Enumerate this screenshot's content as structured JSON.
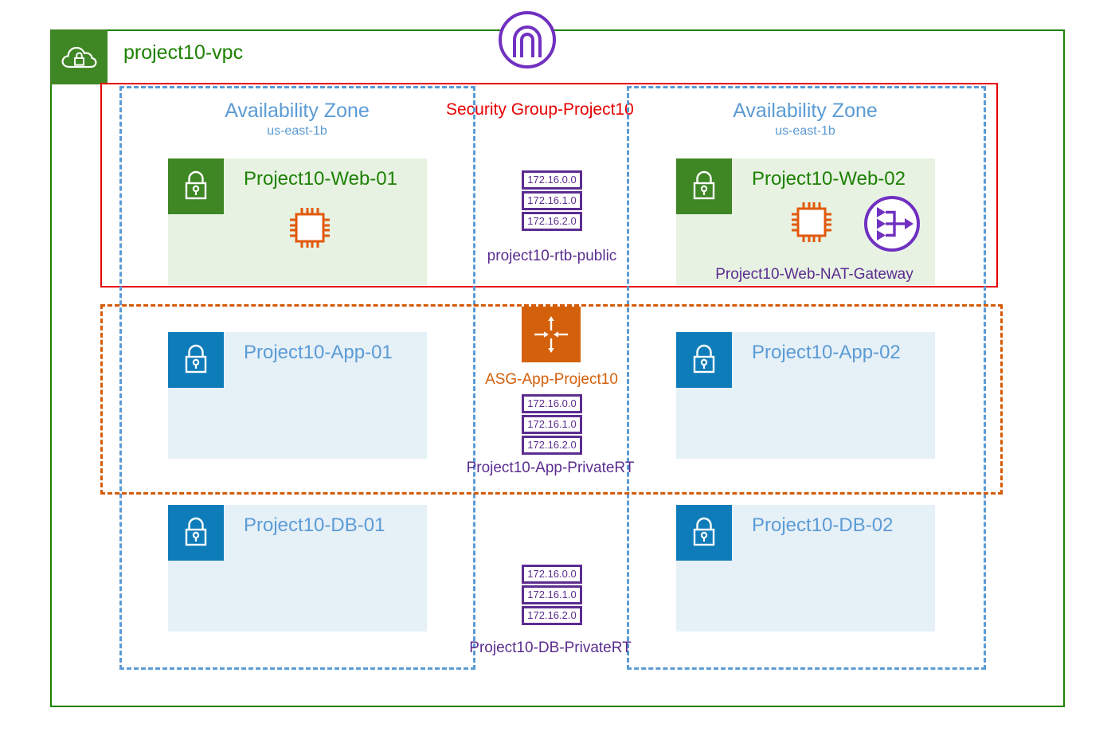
{
  "diagram": {
    "title": "AWS VPC three-tier architecture",
    "colors": {
      "vpc_green": "#1d8102",
      "subnet_public_green": "#3f8624",
      "subnet_private_blue": "#0f7cba",
      "az_blue": "#5b9bd5",
      "security_group_red": "#e60000",
      "asg_orange": "#d4600b",
      "route_purple": "#5b2d90"
    }
  },
  "vpc": {
    "name": "project10-vpc",
    "icon": "vpc-cloud-lock-icon"
  },
  "internet_gateway": {
    "icon": "internet-gateway-icon"
  },
  "security_group": {
    "label": "Security Group-Project10"
  },
  "availability_zones": [
    {
      "name": "Availability Zone",
      "region": "us-east-1b"
    },
    {
      "name": "Availability Zone",
      "region": "us-east-1b"
    }
  ],
  "subnets": {
    "web_01": {
      "label": "Project10-Web-01",
      "type": "public",
      "icon": "subnet-lock-icon"
    },
    "web_02": {
      "label": "Project10-Web-02",
      "type": "public",
      "icon": "subnet-lock-icon"
    },
    "app_01": {
      "label": "Project10-App-01",
      "type": "private",
      "icon": "subnet-lock-icon"
    },
    "app_02": {
      "label": "Project10-App-02",
      "type": "private",
      "icon": "subnet-lock-icon"
    },
    "db_01": {
      "label": "Project10-DB-01",
      "type": "private",
      "icon": "subnet-lock-icon"
    },
    "db_02": {
      "label": "Project10-DB-02",
      "type": "private",
      "icon": "subnet-lock-icon"
    }
  },
  "instances": {
    "web_01_icon": "ec2-instance-icon",
    "web_02_icon": "ec2-instance-icon"
  },
  "nat_gateway": {
    "label": "Project10-Web-NAT-Gateway",
    "icon": "nat-gateway-icon"
  },
  "auto_scaling_group": {
    "label": "ASG-App-Project10",
    "icon": "auto-scaling-group-icon"
  },
  "route_tables": [
    {
      "id": "public",
      "label": "project10-rtb-public",
      "routes": [
        "172.16.0.0",
        "172.16.1.0",
        "172.16.2.0"
      ]
    },
    {
      "id": "app_private",
      "label": "Project10-App-PrivateRT",
      "routes": [
        "172.16.0.0",
        "172.16.1.0",
        "172.16.2.0"
      ]
    },
    {
      "id": "db_private",
      "label": "Project10-DB-PrivateRT",
      "routes": [
        "172.16.0.0",
        "172.16.1.0",
        "172.16.2.0"
      ]
    }
  ]
}
